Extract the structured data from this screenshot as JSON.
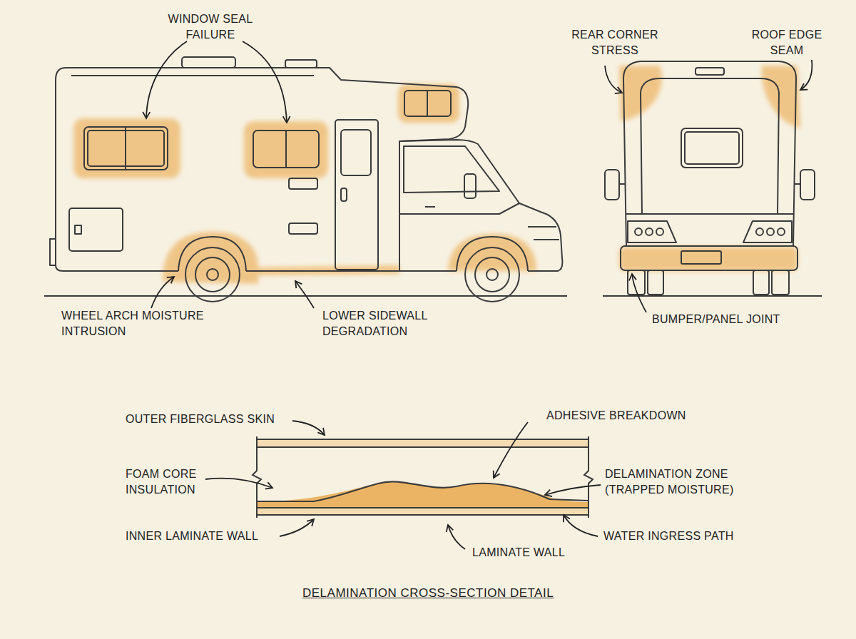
{
  "diagram": {
    "caption": "DELAMINATION CROSS-SECTION DETAIL",
    "labels": [
      "WINDOW SEAL FAILURE",
      "REAR CORNER STRESS",
      "ROOF EDGE SEAM",
      "WHEEL ARCH MOISTURE INTRUSION",
      "LOWER SIDEWALL DEGRADATION",
      "BUMPER/PANEL JOINT",
      "OUTER FIBERGLASS SKIN",
      "ADHESIVE BREAKDOWN",
      "FOAM CORE INSULATION",
      "DELAMINATION ZONE (TRAPPED MOISTURE)",
      "INNER LAMINATE WALL",
      "WATER INGRESS PATH",
      "LAMINATE WALL"
    ]
  }
}
